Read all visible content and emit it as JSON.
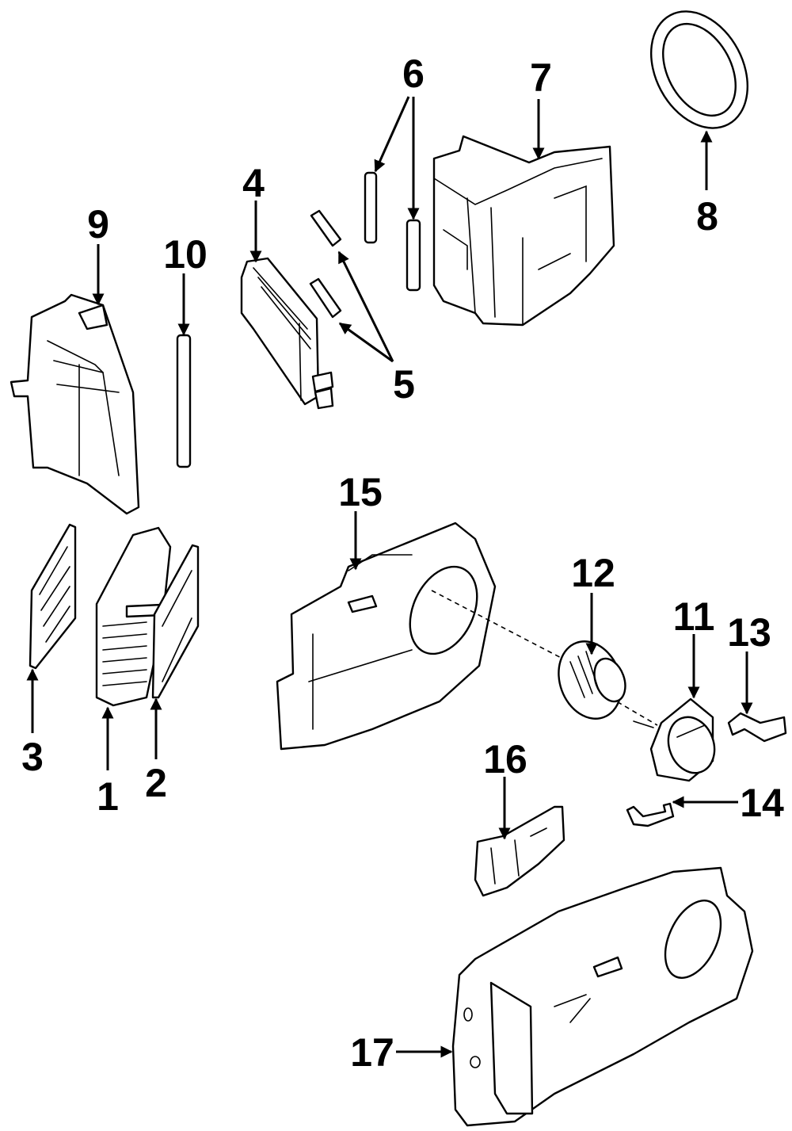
{
  "diagram": {
    "type": "exploded parts diagram",
    "subject": "HVAC blower / evaporator housing assembly",
    "callouts": [
      {
        "id": "1",
        "label": "1"
      },
      {
        "id": "2",
        "label": "2"
      },
      {
        "id": "3",
        "label": "3"
      },
      {
        "id": "4",
        "label": "4"
      },
      {
        "id": "5",
        "label": "5"
      },
      {
        "id": "6",
        "label": "6"
      },
      {
        "id": "7",
        "label": "7"
      },
      {
        "id": "8",
        "label": "8"
      },
      {
        "id": "9",
        "label": "9"
      },
      {
        "id": "10",
        "label": "10"
      },
      {
        "id": "11",
        "label": "11"
      },
      {
        "id": "12",
        "label": "12"
      },
      {
        "id": "13",
        "label": "13"
      },
      {
        "id": "14",
        "label": "14"
      },
      {
        "id": "15",
        "label": "15"
      },
      {
        "id": "16",
        "label": "16"
      },
      {
        "id": "17",
        "label": "17"
      }
    ]
  }
}
